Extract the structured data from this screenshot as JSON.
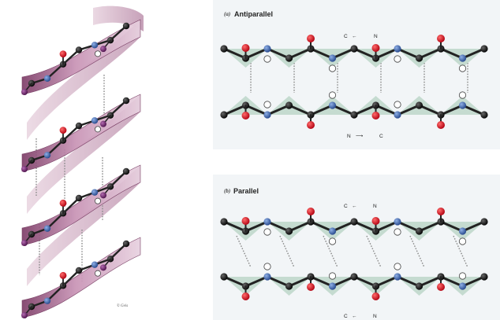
{
  "colors": {
    "ribbon_light": "#dcb8d0",
    "ribbon_mid": "#b47ba0",
    "ribbon_dark": "#7e3e68",
    "carbon": "#111111",
    "oxygen": "#d8141c",
    "nitrogen": "#3b63a8",
    "hydrogen": "#ffffff",
    "side_chain": "#7b2f78",
    "sheet_tint": "#b9d5c6",
    "panel_bg": "#f2f5f7",
    "hbond": "#8a8a8a"
  },
  "helix": {
    "credit": "© Geis"
  },
  "sheets": [
    {
      "letter": "(a)",
      "title": "Antiparallel",
      "directions": [
        {
          "from": "C",
          "to": "N",
          "arrow": "←"
        },
        {
          "from": "N",
          "to": "C",
          "arrow": "⟶"
        }
      ]
    },
    {
      "letter": "(b)",
      "title": "Parallel",
      "directions": [
        {
          "from": "C",
          "to": "N",
          "arrow": "←"
        },
        {
          "from": "C",
          "to": "N",
          "arrow": "←"
        }
      ]
    }
  ]
}
